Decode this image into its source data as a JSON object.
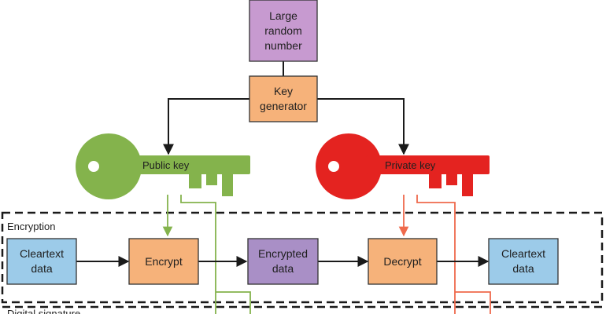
{
  "nodes": {
    "large_random_number": "Large\nrandom\nnumber",
    "key_generator": "Key\ngenerator",
    "cleartext_in": "Cleartext\ndata",
    "encrypt": "Encrypt",
    "encrypted_data": "Encrypted\ndata",
    "decrypt": "Decrypt",
    "cleartext_out": "Cleartext\ndata"
  },
  "keys": {
    "public": "Public key",
    "private": "Private key"
  },
  "sections": {
    "encryption": "Encryption",
    "digital_signature": "Digital signature"
  },
  "colors": {
    "random_number_fill": "#c79ad0",
    "process_fill": "#f6b27a",
    "data_fill": "#9ccbe9",
    "encrypted_fill": "#a98fc6",
    "public_key": "#84b34c",
    "private_key": "#e42320",
    "arrow": "#1a1a1a",
    "public_line": "#84b34c",
    "private_line": "#ef6a4c"
  }
}
